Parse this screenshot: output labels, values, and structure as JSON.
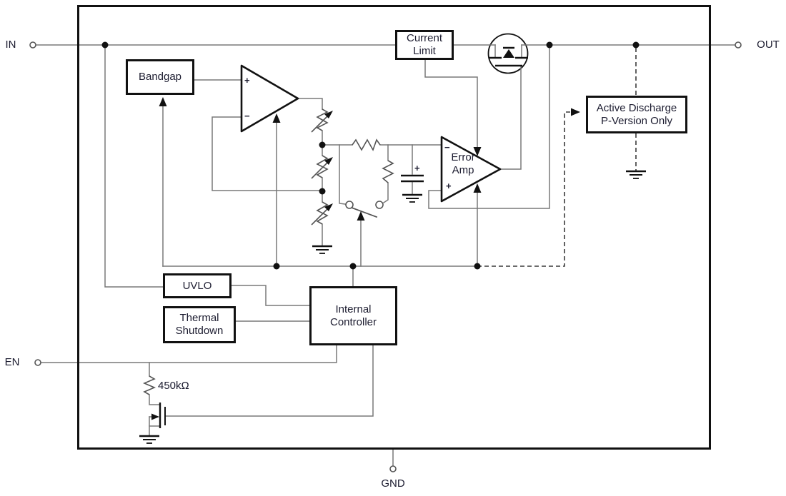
{
  "pins": {
    "in": "IN",
    "out": "OUT",
    "en": "EN",
    "gnd": "GND"
  },
  "blocks": {
    "bandgap": {
      "label": "Bandgap"
    },
    "current_limit": {
      "line1": "Current",
      "line2": "Limit"
    },
    "active_discharge": {
      "line1": "Active Discharge",
      "line2": "P-Version Only"
    },
    "uvlo": {
      "label": "UVLO"
    },
    "thermal_shutdown": {
      "line1": "Thermal",
      "line2": "Shutdown"
    },
    "internal_controller": {
      "line1": "Internal",
      "line2": "Controller"
    }
  },
  "amplifiers": {
    "bandgap_buffer": {
      "plus": "+",
      "minus": "−"
    },
    "error_amp": {
      "line1": "Error",
      "line2": "Amp",
      "minus": "−",
      "plus": "+"
    }
  },
  "components": {
    "en_pulldown_resistor": "450kΩ",
    "output_cap_polarity": "+"
  },
  "colors": {
    "wire": "#787878",
    "dashed": "#3a3a3a",
    "ink": "#111111",
    "text": "#1b1b2f",
    "background": "#ffffff"
  }
}
